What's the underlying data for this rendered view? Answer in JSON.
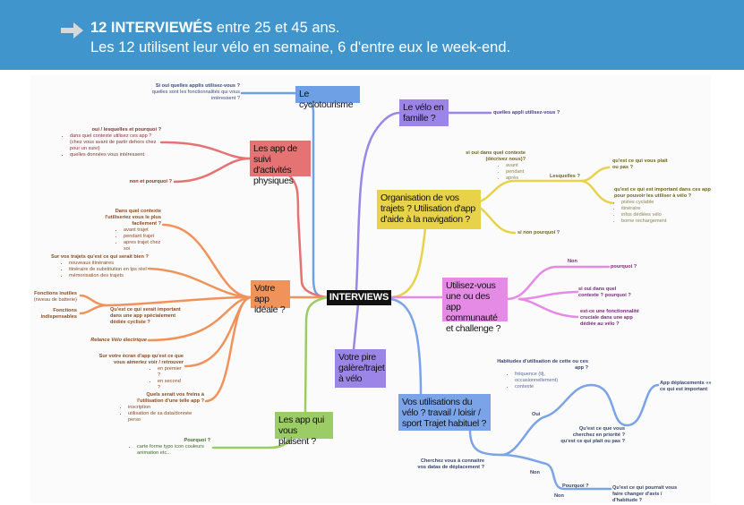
{
  "header": {
    "arrow_icon": "right-arrow-icon",
    "count_bold": "12 INTERVIEWÉS",
    "line1_rest": " entre 25 et 45 ans.",
    "line2": "Les 12 utilisent leur vélo en semaine, 6 d'entre eux le week-end."
  },
  "colors": {
    "header_bg": "#3f95cc",
    "blue": "#6ea0e6",
    "red": "#e57373",
    "orange": "#f0935a",
    "green": "#9ccc65",
    "purple": "#9b85e6",
    "yellow": "#e8d24a",
    "pink": "#e58be6"
  },
  "center": "INTERVIEWS",
  "nodes": {
    "cyclotourisme": {
      "label": "Le cyclotourisme",
      "leaf": {
        "q": "Si oui quelles applis utilisez-vous ?",
        "text": "quelles sont les fonctionnalités qui vous intéressent ?"
      }
    },
    "suivi": {
      "label": "Les app de suivi d'activités physiques",
      "leaf1": {
        "q": "oui / lesquelles et pourquoi ?",
        "items": [
          "dans quel contexte utilisez ces app ? (chez vous avant de partir dehors chez pour un suivi)",
          "quelles données vous intéressent"
        ]
      },
      "leaf2": {
        "q": "non et pourquoi ?"
      }
    },
    "ideale": {
      "label": "Votre app idéale ?",
      "contexte": {
        "q": "Dans quel contexte l'utiliseriez vous le plus facilement ?",
        "items": [
          "avant trajet",
          "pendant trajet",
          "apres trajet chez soi"
        ]
      },
      "trajets": {
        "q": "Sur vos trajets qu'est ce qui serait bien ?",
        "items": [
          "nouveaux itinéraires",
          "itinéraire de substitution en tps réel",
          "mémorisation des trajets"
        ]
      },
      "important": {
        "q": "Qu'est ce qui serait important dans une app spécialement dédiée cycliste ?"
      },
      "inutiles": {
        "q": "Fonctions inutiles",
        "sub": "(niveau de batterie)"
      },
      "indispensables": {
        "q": "Fonctions indispensables"
      },
      "relance": {
        "q": "Relance Vélo électrique"
      },
      "ecran": {
        "q": "Sur votre écran d'app qu'est ce que vous aimeriez voir / retrouver",
        "items": [
          "en premier ?",
          "en second ?"
        ]
      },
      "freins": {
        "q": "Quels serait vos freins à l'utilisation d'une telle app ?",
        "items": [
          "inscription",
          "utilisation de sa data/donnée perso"
        ]
      }
    },
    "plaisent": {
      "label": "Les app qui vous plaisent ?",
      "leaf": {
        "q": "Pourquoi ?",
        "items": [
          "carte forme typo icon couleurs animation etc..."
        ]
      }
    },
    "galere": {
      "label": "Votre pire galère/trajet à vélo"
    },
    "famille": {
      "label": "Le vélo en famille ?",
      "leaf": "quelles appli utilisez-vous ?"
    },
    "organisation": {
      "label": "Organisation de vos trajets ? Utilisation d'app d'aide à la navigation ?",
      "contexte": {
        "q": "si oui dans quel contexte (décrivez nous)?",
        "items": [
          "avant",
          "pendant",
          "après"
        ]
      },
      "lesquelles": "Lesquelles ?",
      "plait": "qu'est ce qui vous plait ou pas ?",
      "important": {
        "q": "qu'est ce qui est important dans ces app pour pouvoir les utiliser à vélo ?",
        "items": [
          "pistes cyclable",
          "itinéraire",
          "infos dédiées vélo",
          "borne rechargement"
        ]
      },
      "non": "si non pourquoi ?"
    },
    "communaute": {
      "label": "Utilisez-vous une ou des app communauté et challenge ?",
      "non": "Non",
      "pourquoi": "pourquoi ?",
      "oui": "si oui dans quel contexte ? pourquoi ?",
      "cruciale": "est-ce une fonctionnalité cruciale dans une app dédiée au vélo ?"
    },
    "utilisations": {
      "label": "Vos utilisations du vélo ? travail / loisir / sport Trajet habituel ?",
      "habitudes": {
        "q": "Habitudes d'utilisation de cette ou ces app ?",
        "items": [
          "fréquence (tlj, occasionnellement)",
          "contexte"
        ]
      },
      "deplacements": "App déplacements «» ce qui est important",
      "oui": "Oui",
      "priorite": "Qu'est ce que vous cherchez en priorité ? qu'est ce qui plait ou pas ?",
      "datas": "Cherchez vous à connaitre vos datas de déplacement ?",
      "non": "Non",
      "pourquoi": "Pourquoi ?",
      "non2": "Non",
      "changer": "Qu'est ce qui pourrait vous faire changer d'avis / d'habitude ?"
    }
  }
}
